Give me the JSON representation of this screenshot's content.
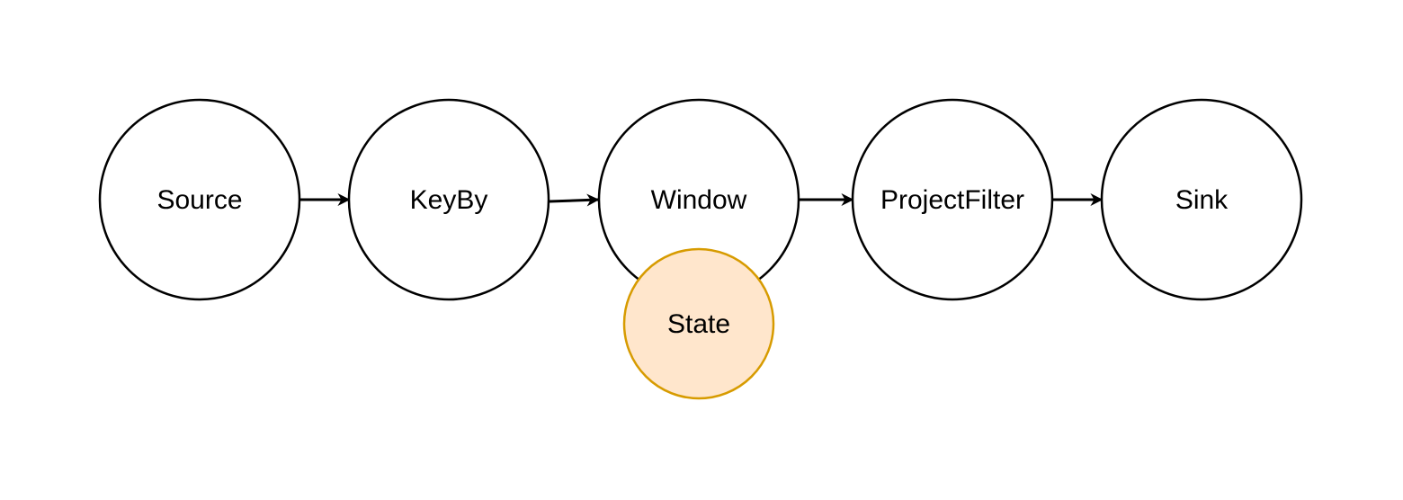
{
  "diagram": {
    "nodes": [
      {
        "id": "source",
        "label": "Source"
      },
      {
        "id": "keyby",
        "label": "KeyBy"
      },
      {
        "id": "window",
        "label": "Window"
      },
      {
        "id": "projectfilter",
        "label": "ProjectFilter"
      },
      {
        "id": "sink",
        "label": "Sink"
      }
    ],
    "state": {
      "label": "State"
    },
    "edges": [
      {
        "from": "Source",
        "to": "KeyBy"
      },
      {
        "from": "KeyBy",
        "to": "Window"
      },
      {
        "from": "Window",
        "to": "ProjectFilter"
      },
      {
        "from": "ProjectFilter",
        "to": "Sink"
      }
    ],
    "colors": {
      "node_stroke": "#000000",
      "node_fill": "#ffffff",
      "state_fill": "#FFE6CC",
      "state_stroke": "#D79B00",
      "edge": "#000000"
    }
  }
}
